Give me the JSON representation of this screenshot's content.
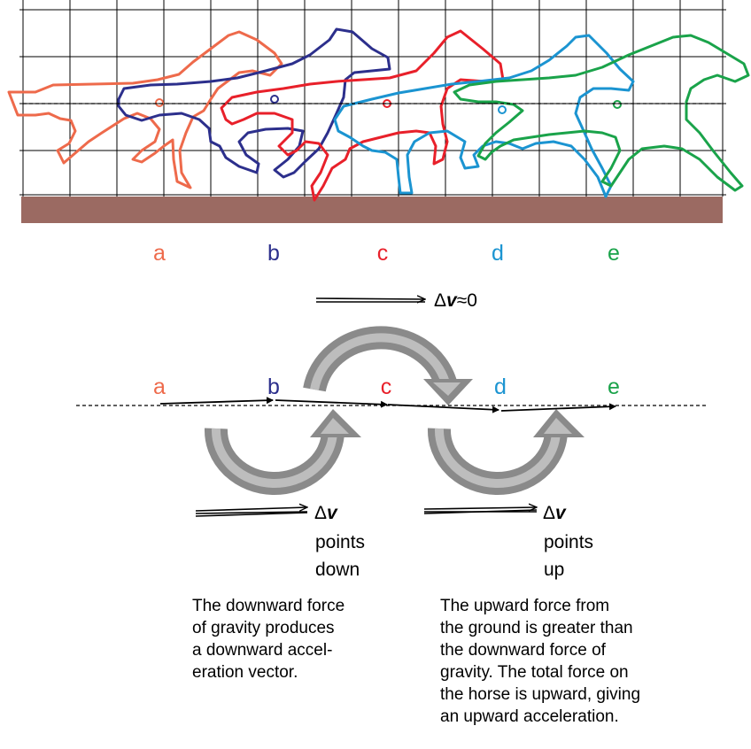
{
  "colors": {
    "a": "#ee6a4b",
    "b": "#2c2f8c",
    "c": "#e8202a",
    "d": "#1b94d1",
    "e": "#1aa34a",
    "ground": "#9b6a62",
    "arrow_gray": "#8a8a8a",
    "arrow_light": "#bdbdbd"
  },
  "frames": [
    {
      "key": "a",
      "label": "a"
    },
    {
      "key": "b",
      "label": "b"
    },
    {
      "key": "c",
      "label": "c"
    },
    {
      "key": "d",
      "label": "d"
    },
    {
      "key": "e",
      "label": "e"
    }
  ],
  "delta_v": {
    "symbol": "Δ",
    "v": "v",
    "approx_zero": "≈0",
    "left": [
      "points",
      "down"
    ],
    "right": [
      "points",
      "up"
    ]
  },
  "captions": {
    "left": [
      "The downward force",
      "of gravity produces",
      "a downward accel-",
      "eration vector."
    ],
    "right": [
      "The upward force from",
      "the ground is greater than",
      "the downward force of",
      "gravity. The total force on",
      "the horse is upward, giving",
      "an upward acceleration."
    ]
  }
}
